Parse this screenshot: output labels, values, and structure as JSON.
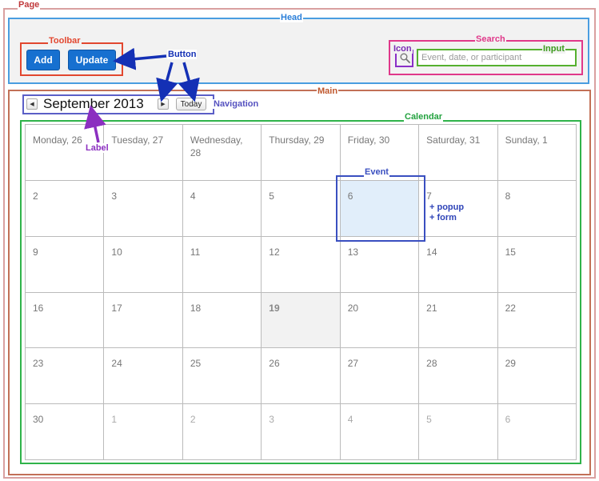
{
  "annotations": {
    "page": "Page",
    "head": "Head",
    "toolbar": "Toolbar",
    "button": "Button",
    "search": "Search",
    "icon": "Icon",
    "input": "Input",
    "main": "Main",
    "navigation": "Navigation",
    "label": "Label",
    "calendar": "Calendar",
    "event": "Event",
    "popup": "+ popup",
    "form": "+ form"
  },
  "toolbar": {
    "add_label": "Add",
    "update_label": "Update"
  },
  "search": {
    "placeholder": "Event, date, or participant",
    "icon": "search-icon"
  },
  "navigation": {
    "prev_icon": "chevron-left-icon",
    "next_icon": "chevron-right-icon",
    "month_label": "September 2013",
    "today_label": "Today"
  },
  "calendar": {
    "weeks": [
      [
        "Monday, 26",
        "Tuesday, 27",
        "Wednesday, 28",
        "Thursday, 29",
        "Friday, 30",
        "Saturday, 31",
        "Sunday, 1"
      ],
      [
        "2",
        "3",
        "4",
        "5",
        "6",
        "7",
        "8"
      ],
      [
        "9",
        "10",
        "11",
        "12",
        "13",
        "14",
        "15"
      ],
      [
        "16",
        "17",
        "18",
        "19",
        "20",
        "21",
        "22"
      ],
      [
        "23",
        "24",
        "25",
        "26",
        "27",
        "28",
        "29"
      ],
      [
        "30",
        "1",
        "2",
        "3",
        "4",
        "5",
        "6"
      ]
    ],
    "today": "19",
    "event_day": "6"
  },
  "colors": {
    "button_bg": "#1770d0",
    "head_bg": "#f2f2f2",
    "event_bg": "#e1eefa"
  }
}
